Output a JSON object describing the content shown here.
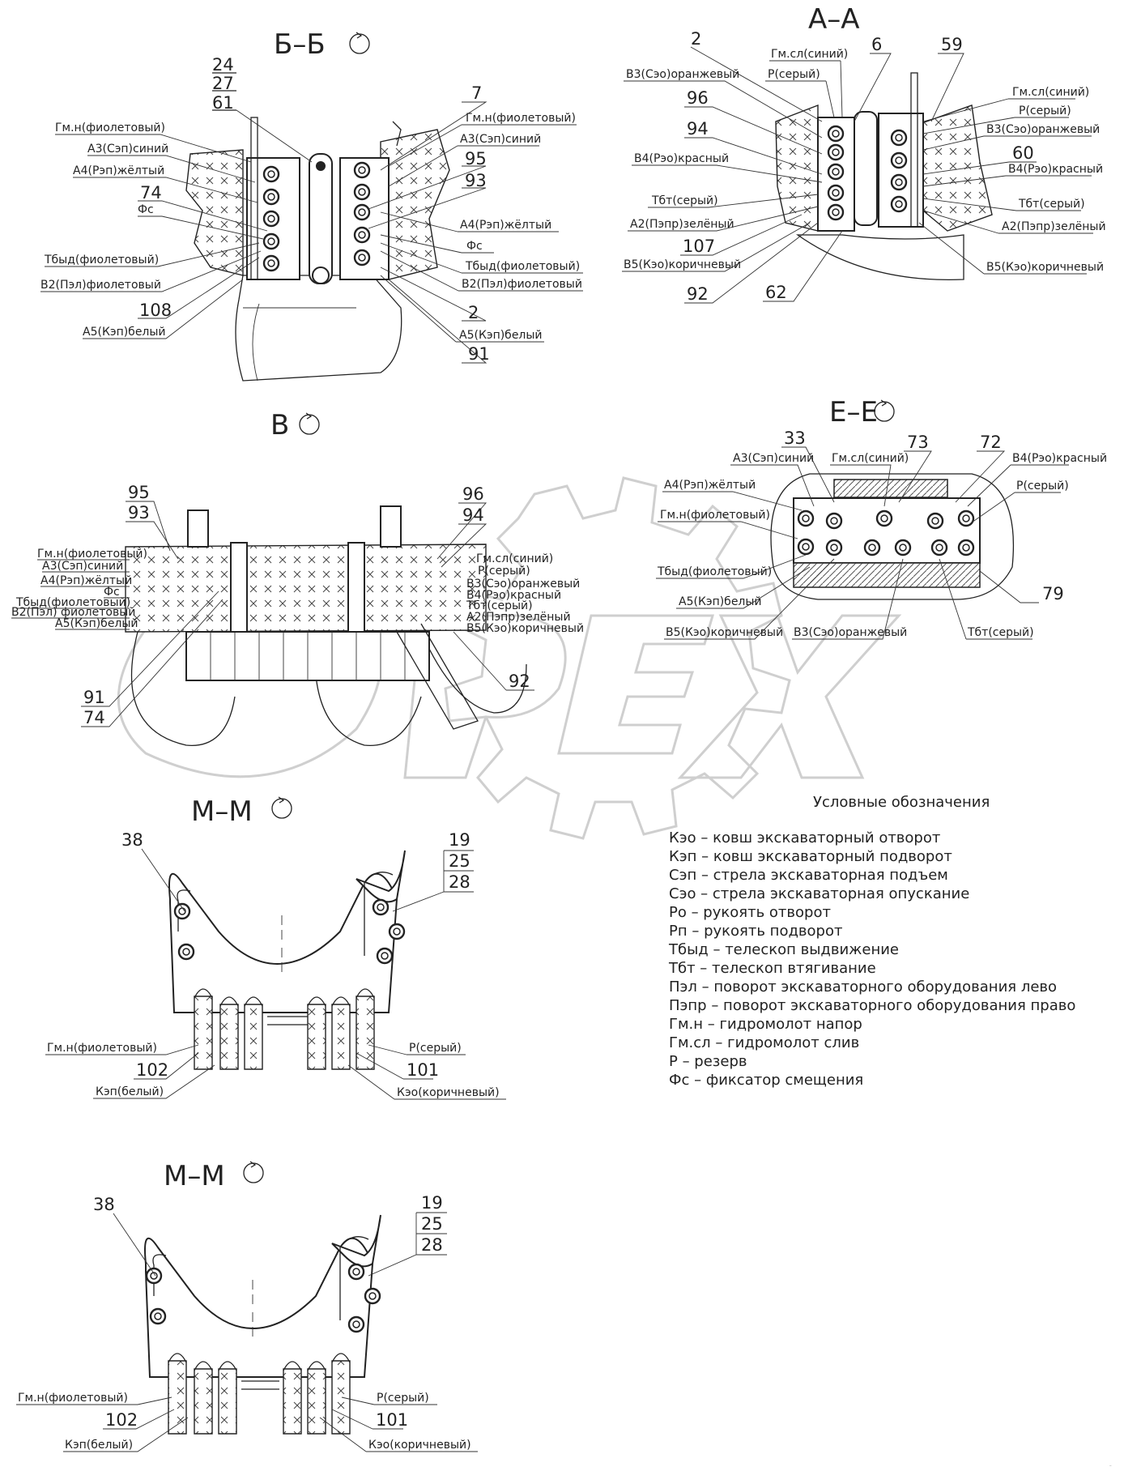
{
  "watermark": "OPEX",
  "views": {
    "bb": {
      "title": "Б–Б",
      "numbers": [
        "24",
        "27",
        "61",
        "7",
        "95",
        "93",
        "74",
        "108",
        "2",
        "91"
      ],
      "labels": [
        "Гм.н(фиолетовый)",
        "А3(Сэп)синий",
        "А4(Рэп)жёлтый",
        "Фс",
        "Тбыд(фиолетовый)",
        "В2(Пэл)фиолетовый",
        "А5(Кэп)белый",
        "Гм.н(фиолетовый)",
        "А3(Сэп)синий",
        "А4(Рэп)жёлтый",
        "Фс",
        "Тбыд(фиолетовый)",
        "В2(Пэл)фиолетовый",
        "А5(Кэп)белый"
      ]
    },
    "aa": {
      "title": "А–А",
      "numbers": [
        "2",
        "6",
        "59",
        "96",
        "94",
        "107",
        "92",
        "62",
        "60"
      ],
      "labels": [
        "Гм.сл(синий)",
        "Р(серый)",
        "В3(Сэо)оранжевый",
        "В4(Рэо)красный",
        "Тбт(серый)",
        "А2(Пэпр)зелёный",
        "В5(Кэо)коричневый",
        "Гм.сл(синий)",
        "Р(серый)",
        "В3(Сэо)оранжевый",
        "В4(Рэо)красный",
        "Тбт(серый)",
        "А2(Пэпр)зелёный",
        "В5(Кэо)коричневый"
      ]
    },
    "v": {
      "title": "В",
      "numbers": [
        "95",
        "93",
        "96",
        "94",
        "91",
        "74",
        "92"
      ],
      "labels": [
        "Гм.н(фиолетовый)",
        "А3(Сэп)синий",
        "А4(Рэп)жёлтый",
        "Фс",
        "Тбыд(фиолетовый)",
        "В2(Пэл) фиолетовый",
        "А5(Кэп)белый",
        "Гм.сл(синий)",
        "Р(серый)",
        "В3(Сэо)оранжевый",
        "В4(Рэо)красный",
        "Тбт(серый)",
        "А2(Пэпр)зелёный",
        "В5(Кэо)коричневый"
      ]
    },
    "ee": {
      "title": "Е–Е",
      "numbers": [
        "33",
        "73",
        "72",
        "79"
      ],
      "labels": [
        "А3(Сэп)синий",
        "Гм.сл(синий)",
        "В4(Рэо)красный",
        "А4(Рэп)жёлтый",
        "Р(серый)",
        "Гм.н(фиолетовый)",
        "Тбыд(фиолетовый)",
        "А5(Кэп)белый",
        "В5(Кэо)коричневый",
        "В3(Сэо)оранжевый",
        "Тбт(серый)"
      ]
    },
    "mm1": {
      "title": "М–М",
      "numbers": [
        "38",
        "19",
        "25",
        "28",
        "102",
        "101"
      ],
      "labels": [
        "Гм.н(фиолетовый)",
        "Кэп(белый)",
        "Р(серый)",
        "Кэо(коричневый)"
      ]
    },
    "mm2": {
      "title": "М–М",
      "numbers": [
        "38",
        "19",
        "25",
        "28",
        "102",
        "101"
      ],
      "labels": [
        "Гм.н(фиолетовый)",
        "Кэп(белый)",
        "Р(серый)",
        "Кэо(коричневый)"
      ]
    }
  },
  "legend": {
    "title": "Условные обозначения",
    "items": [
      "Кэо – ковш экскаваторный отворот",
      "Кэп – ковш экскаваторный подворот",
      "Сэп – стрела экскаваторная подъем",
      "Сэо – стрела экскаваторная опускание",
      "Ро – рукоять отворот",
      "Рп – рукоять подворот",
      "Тбыд – телескоп выдвижение",
      "Тбт – телескоп втягивание",
      "Пэл – поворот экскаваторного оборудования лево",
      "Пэпр – поворот экскаваторного оборудования право",
      "Гм.н – гидромолот напор",
      "Гм.сл – гидромолот слив",
      "Р – резерв",
      "Фс – фиксатор смещения"
    ]
  }
}
